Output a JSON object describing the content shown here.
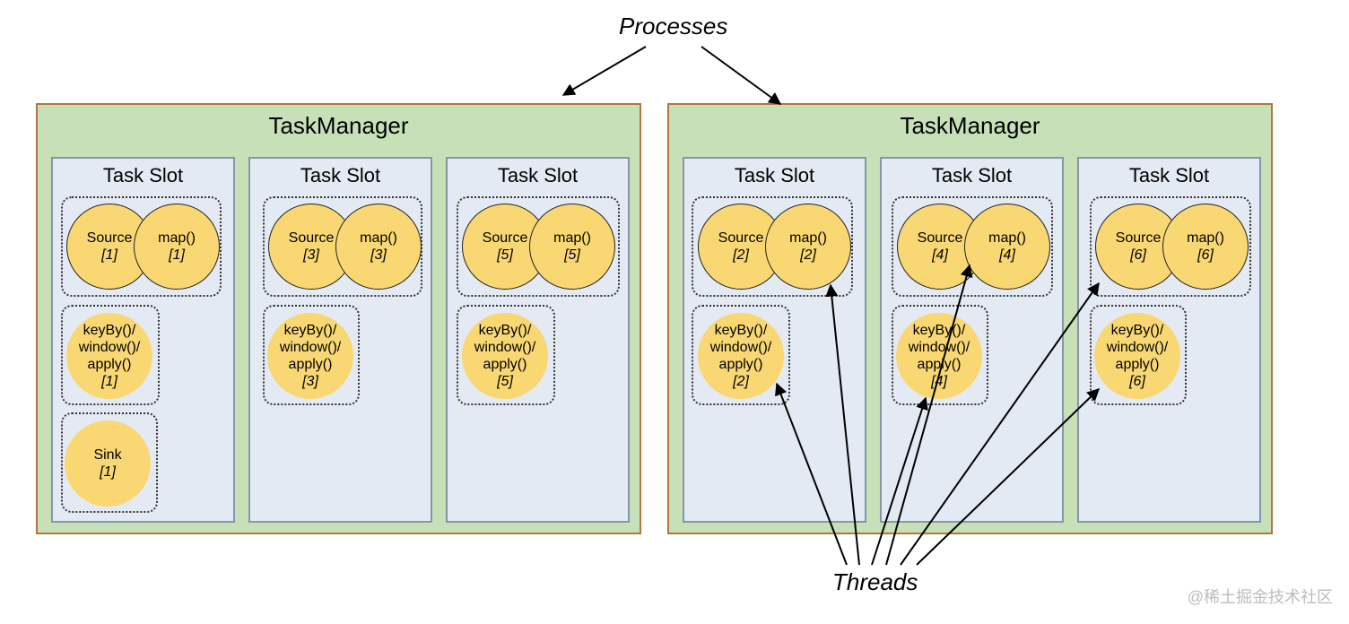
{
  "processes_label": "Processes",
  "threads_label": "Threads",
  "watermark": "@稀土掘金技术社区",
  "colors": {
    "taskmanager_bg": "#c8e0b8",
    "taskmanager_border": "#b3763e",
    "slot_bg": "#e4eaf3",
    "operator_fill": "#f9d873"
  },
  "taskmanagers": [
    {
      "title": "TaskManager",
      "slots": [
        {
          "title": "Task Slot",
          "source": "Source",
          "map": "map()",
          "index": "[1]",
          "keyby": [
            "keyBy()/",
            "window()/",
            "apply()"
          ],
          "sink": "Sink"
        },
        {
          "title": "Task Slot",
          "source": "Source",
          "map": "map()",
          "index": "[3]",
          "keyby": [
            "keyBy()/",
            "window()/",
            "apply()"
          ]
        },
        {
          "title": "Task Slot",
          "source": "Source",
          "map": "map()",
          "index": "[5]",
          "keyby": [
            "keyBy()/",
            "window()/",
            "apply()"
          ]
        }
      ]
    },
    {
      "title": "TaskManager",
      "slots": [
        {
          "title": "Task Slot",
          "source": "Source",
          "map": "map()",
          "index": "[2]",
          "keyby": [
            "keyBy()/",
            "window()/",
            "apply()"
          ]
        },
        {
          "title": "Task Slot",
          "source": "Source",
          "map": "map()",
          "index": "[4]",
          "keyby": [
            "keyBy()/",
            "window()/",
            "apply()"
          ]
        },
        {
          "title": "Task Slot",
          "source": "Source",
          "map": "map()",
          "index": "[6]",
          "keyby": [
            "keyBy()/",
            "window()/",
            "apply()"
          ]
        }
      ]
    }
  ]
}
